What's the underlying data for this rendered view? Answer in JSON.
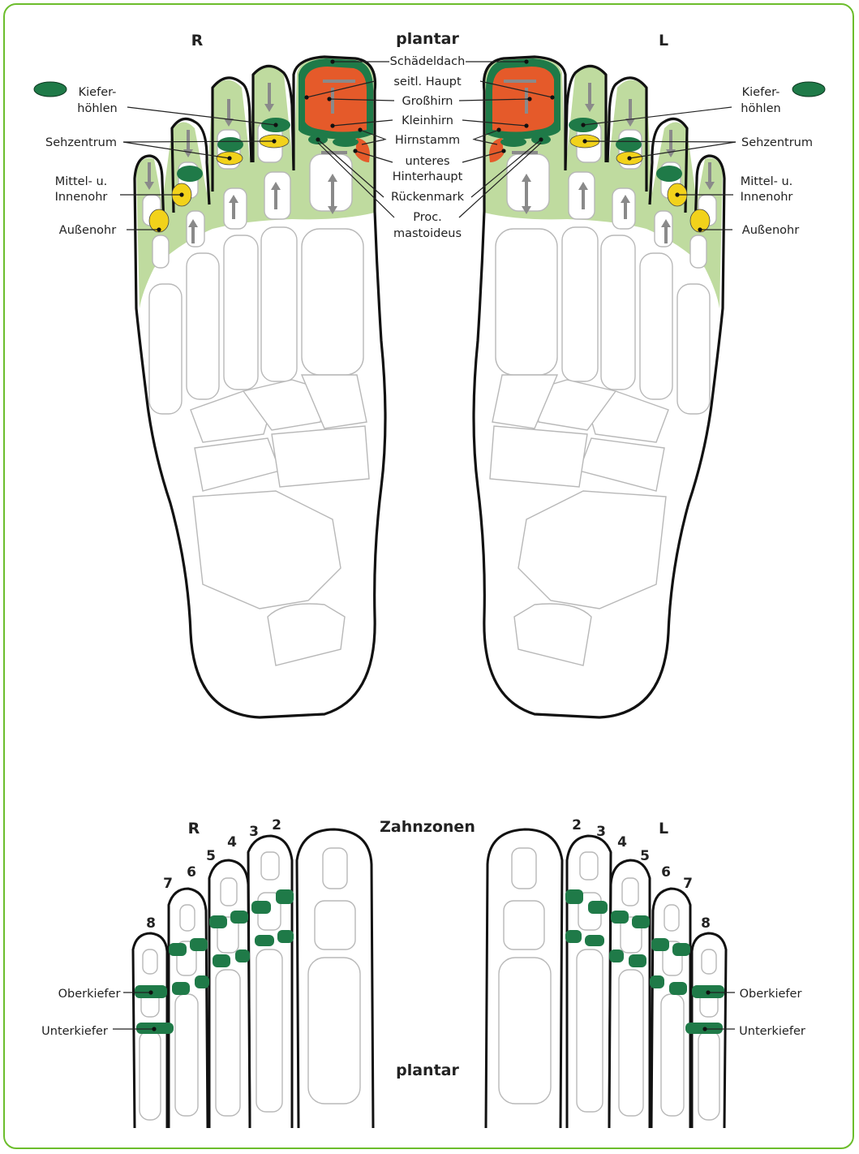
{
  "colors": {
    "frame": "#6cbd2c",
    "reflex_zone_green": "#a9cf7f",
    "dark_green_zone": "#1f7a48",
    "red_zone": "#e55a2a",
    "yellow_zone": "#f2d21b"
  },
  "top": {
    "heading": "plantar",
    "side_right": "R",
    "side_left": "L",
    "labels_center": {
      "schaedeldach": "Schädeldach",
      "seitl_haupt": "seitl. Haupt",
      "grosshirn": "Großhirn",
      "kleinhirn": "Kleinhirn",
      "hirnstamm": "Hirnstamm",
      "unteres": "unteres",
      "hinterhaupt": "Hinterhaupt",
      "rueckenmark": "Rückenmark",
      "proc": "Proc.",
      "mastoideus": "mastoideus"
    },
    "labels_left": {
      "kiefer": "Kiefer-",
      "hoehlen": "höhlen",
      "sehzentrum": "Sehzentrum",
      "mittel": "Mittel- u.",
      "innenohr": "Innenohr",
      "aussenohr": "Außenohr"
    },
    "labels_right": {
      "kiefer": "Kiefer-",
      "hoehlen": "höhlen",
      "sehzentrum": "Sehzentrum",
      "mittel": "Mittel- u.",
      "innenohr": "Innenohr",
      "aussenohr": "Außenohr"
    }
  },
  "bottom": {
    "heading": "Zahnzonen",
    "footer": "plantar",
    "side_right": "R",
    "side_left": "L",
    "tooth_numbers_right": [
      "2",
      "3",
      "4",
      "5",
      "6",
      "7",
      "8"
    ],
    "tooth_numbers_left": [
      "2",
      "3",
      "4",
      "5",
      "6",
      "7",
      "8"
    ],
    "labels_left": {
      "oberkiefer": "Oberkiefer",
      "unterkiefer": "Unterkiefer"
    },
    "labels_right": {
      "oberkiefer": "Oberkiefer",
      "unterkiefer": "Unterkiefer"
    }
  }
}
